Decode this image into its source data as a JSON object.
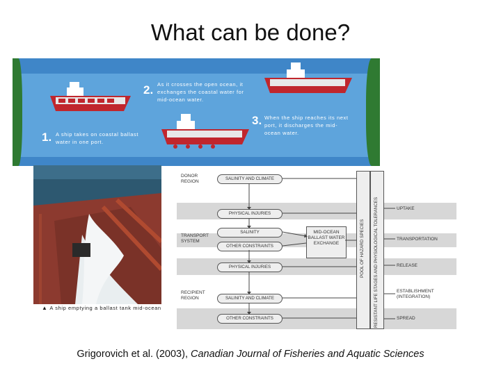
{
  "title": "What can be done?",
  "illustration": {
    "steps": [
      {
        "num": "1.",
        "text": "A ship takes on coastal ballast water in one port."
      },
      {
        "num": "2.",
        "text": "As it crosses the open ocean, it exchanges the coastal water for mid-ocean water."
      },
      {
        "num": "3.",
        "text": "When the ship reaches its next port, it discharges the mid-ocean water."
      }
    ],
    "photo_caption": "A ship emptying a ballast tank mid-ocean"
  },
  "diagram": {
    "left_labels": {
      "donor": "DONOR REGION",
      "transport": "TRANSPORT SYSTEM",
      "recipient": "RECIPIENT REGION"
    },
    "pills": {
      "donor_salinity": "SALINITY AND CLIMATE",
      "physical_1": "PHYSICAL INJURIES",
      "salinity": "SALINITY",
      "other_1": "OTHER CONSTRAINTS",
      "physical_2": "PHYSICAL INJURIES",
      "recipient_salinity": "SALINITY AND CLIMATE",
      "other_2": "OTHER CONSTRAINTS"
    },
    "exchange_box": "MID-OCEAN BALLAST WATER EXCHANGE",
    "vertical_left": "POOL OF HAZARD SPECIES",
    "vertical_right": "RESISTANT LIFE STAGES AND PHYSIOLOGICAL TOLERANCES",
    "stages": [
      "UPTAKE",
      "TRANSPORTATION",
      "RELEASE",
      "ESTABLISHMENT (INTEGRATION)",
      "SPREAD"
    ]
  },
  "citation": {
    "authors": "Grigorovich et al. (2003), ",
    "journal": "Canadian Journal of Fisheries and Aquatic Sciences"
  },
  "colors": {
    "ocean_dark": "#3f86c8",
    "ocean_light": "#5ea4dc",
    "land": "#2f7a32",
    "hull": "#c0262d",
    "row_band": "#d7d7d7"
  }
}
